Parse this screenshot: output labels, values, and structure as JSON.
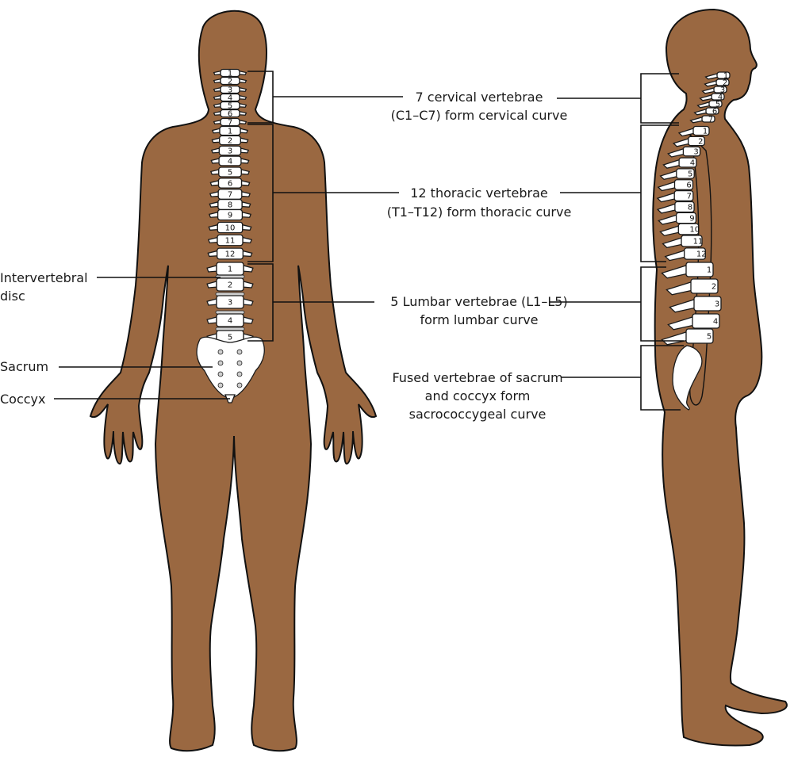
{
  "colors": {
    "skin": "#9a6841",
    "outline": "#111111",
    "bone": "#ffffff",
    "disc": "#cfcfcf"
  },
  "labels": {
    "cervical": [
      "7 cervical vertebrae",
      "(C1–C7) form cervical curve"
    ],
    "thoracic": [
      "12 thoracic vertebrae",
      "(T1–T12) form thoracic curve"
    ],
    "lumbar": [
      "5 Lumbar vertebrae (L1–L5)",
      "form lumbar curve"
    ],
    "sacral": [
      "Fused vertebrae of sacrum",
      "and coccyx form",
      "sacrococcygeal curve"
    ],
    "disc": [
      "Intervertebral",
      "disc"
    ],
    "sacrum": "Sacrum",
    "coccyx": "Coccyx"
  },
  "vertebrae": {
    "cervical": [
      "1",
      "2",
      "3",
      "4",
      "5",
      "6",
      "7"
    ],
    "thoracic": [
      "1",
      "2",
      "3",
      "4",
      "5",
      "6",
      "7",
      "8",
      "9",
      "10",
      "11",
      "12"
    ],
    "lumbar": [
      "1",
      "2",
      "3",
      "4",
      "5"
    ]
  }
}
